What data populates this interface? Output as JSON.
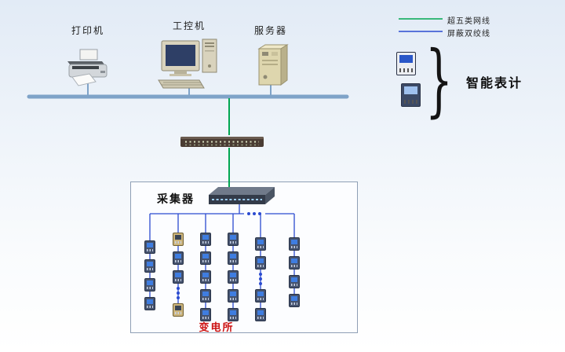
{
  "palette": {
    "bus_line": "#7fa3c8",
    "cat5_green": "#00a651",
    "stp_blue": "#2b4bd0",
    "substation_red": "#cc1111",
    "background_top": "#e2ebf6",
    "background_bottom": "#ffffff"
  },
  "legend": {
    "items": [
      {
        "name": "cat5e-cable",
        "label": "超五类网线",
        "color": "#00a651"
      },
      {
        "name": "shielded-twisted-pair",
        "label": "屏蔽双绞线",
        "color": "#2b4bd0"
      }
    ]
  },
  "devices": {
    "printer": {
      "label": "打印机"
    },
    "industrial_pc": {
      "label": "工控机"
    },
    "server": {
      "label": "服务器"
    }
  },
  "smart_meter_group": {
    "label": "智能表计",
    "brace": "}",
    "meter_count": 2
  },
  "substation": {
    "collector_label": "采集器",
    "label": "变电所",
    "horizontal_ellipsis": true,
    "meter_columns": [
      {
        "meters": 4,
        "ellipsis_after": 0,
        "tan_first_last": false
      },
      {
        "meters": 4,
        "ellipsis_after": 3,
        "tan_first_last": true
      },
      {
        "meters": 5,
        "ellipsis_after": 0,
        "tan_first_last": false
      },
      {
        "meters": 5,
        "ellipsis_after": 0,
        "tan_first_last": false
      },
      {
        "meters": 4,
        "ellipsis_after": 2,
        "tan_first_last": false
      },
      {
        "meters": 4,
        "ellipsis_after": 0,
        "tan_first_last": false
      }
    ]
  }
}
